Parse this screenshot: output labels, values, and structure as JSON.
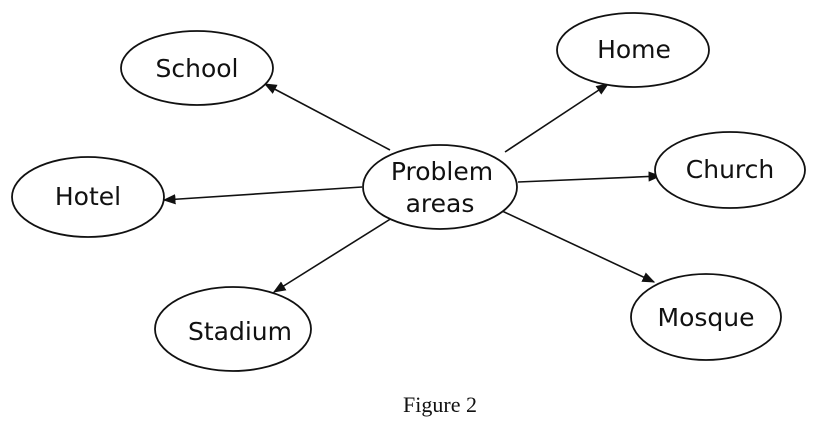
{
  "center": {
    "line1": "Problem",
    "line2": "areas"
  },
  "nodes": {
    "school": "School",
    "home": "Home",
    "hotel": "Hotel",
    "church": "Church",
    "stadium": "Stadium",
    "mosque": "Mosque"
  },
  "caption": "Figure 2"
}
